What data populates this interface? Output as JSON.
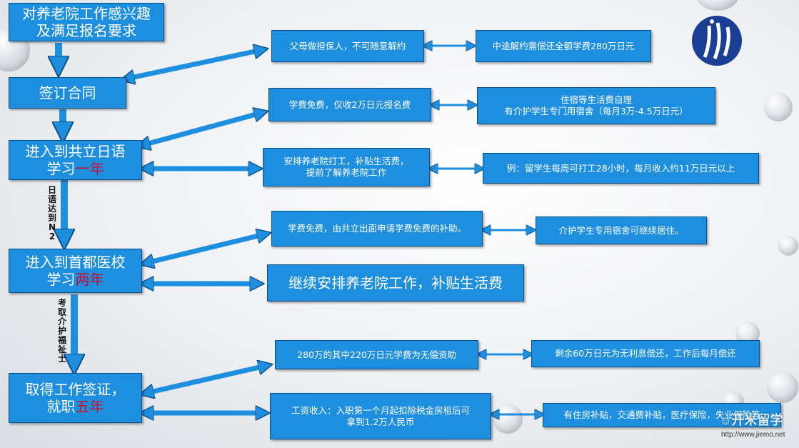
{
  "main_boxes": {
    "interest": "对养老院工作感兴趣及满足报名要求",
    "contract": "签订合同",
    "lang_school": {
      "text": "进入到共立日语学习",
      "highlight": "一年"
    },
    "capital_school": {
      "text": "进入到首都医校学习",
      "highlight": "两年"
    },
    "work_visa": {
      "text": "取得工作签证，就职",
      "highlight": "五年"
    }
  },
  "side_labels": {
    "n2": "日语达到N2",
    "kaigo": "考取介护福祉士"
  },
  "info_boxes": {
    "guarantor": "父母做担保人，不可随意解约",
    "penalty": "中途解约需偿还全额学费280万日元",
    "tuition_free": "学费免费，仅收2万日元报名费",
    "living_1": "住宿等生活费自理",
    "living_2": "有介护学生专门用宿舍（每月3万-4.5万日元）",
    "parttime_1": "安排养老院打工，补贴生活费，",
    "parttime_2": "提前了解养老院工作",
    "income_example": "例：留学生每周可打工28小时，每月收入约11万日元以上",
    "subsidy": "学费免费，由共立出面申请学费免费的补助。",
    "dorm": "介护学生专用宿舍可继续居住。",
    "continue_work": "继续安排养老院工作，补贴生活费",
    "grant": "280万的其中220万日元学费为无偿资助",
    "repay": "剩余60万日元为无利息偿还，工作后每月偿还",
    "salary_1": "工资收入：入职第一个月起扣除税金房租后可",
    "salary_2": "拿到1.2万人民币",
    "benefits": "有住房补贴，交通费补贴，医疗保险，失业保险等"
  },
  "watermark": {
    "brand": "开米留学",
    "url": "http://www.jiemo.net"
  },
  "colors": {
    "box_fill": "#1e8fdf",
    "box_border": "#0c4f8a",
    "highlight": "#c8102e"
  }
}
